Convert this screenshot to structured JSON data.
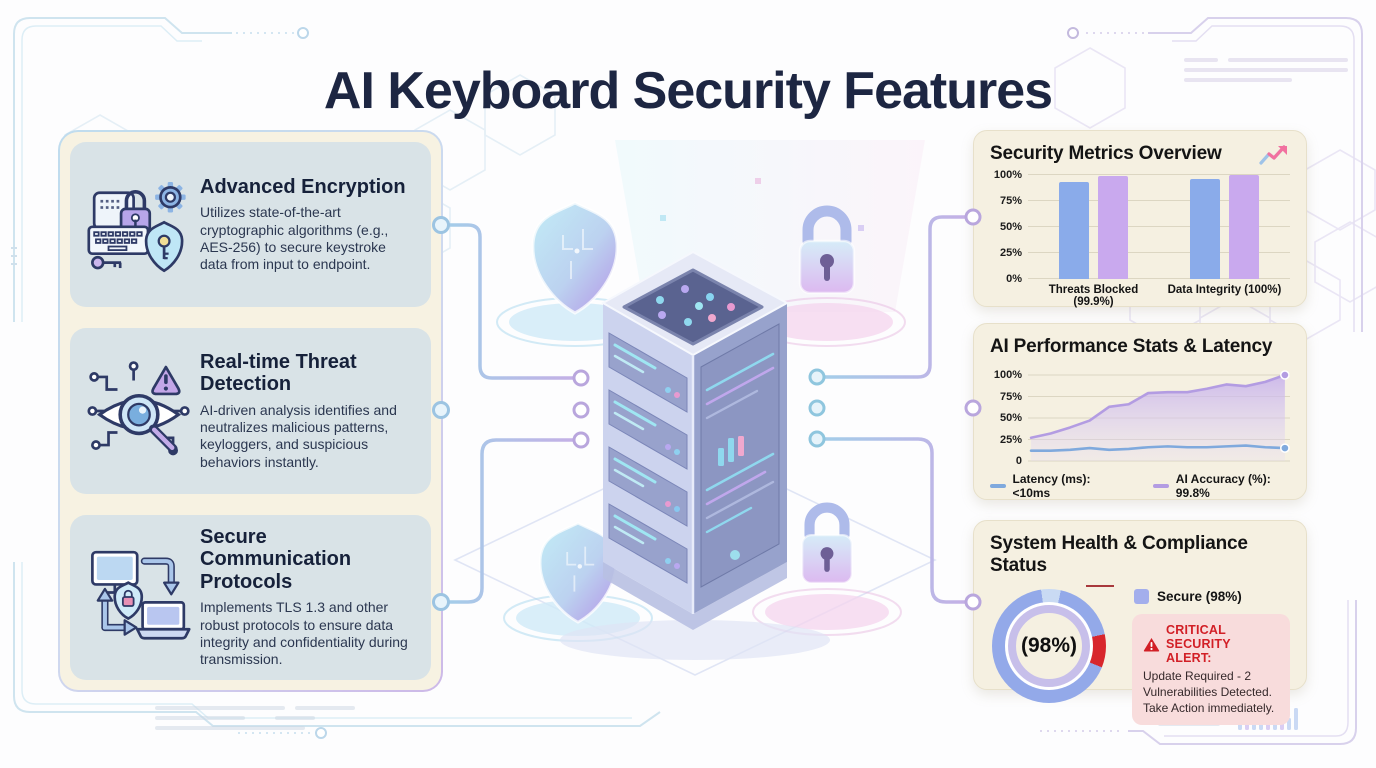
{
  "title": "AI Keyboard Security Features",
  "features": [
    {
      "icon": "keyboard-encryption-icon",
      "title": "Advanced Encryption",
      "description": "Utilizes state-of-the-art cryptographic algorithms (e.g., AES-256) to secure keystroke data from input to endpoint."
    },
    {
      "icon": "threat-detection-eye-icon",
      "title": "Real-time Threat Detection",
      "description": "AI-driven analysis identifies and neutralizes malicious patterns, keyloggers, and suspicious behaviors instantly."
    },
    {
      "icon": "secure-transfer-devices-icon",
      "title": "Secure Communication Protocols",
      "description": "Implements TLS 1.3 and other robust protocols to ensure data integrity and confidentiality during transmission."
    }
  ],
  "chart_data": [
    {
      "type": "bar",
      "title": "Security Metrics Overview",
      "categories": [
        "Threats Blocked (99.9%)",
        "Data Integrity (100%)"
      ],
      "series": [
        {
          "name": "metric-blue",
          "color": "#8aabea",
          "values": [
            93,
            96
          ]
        },
        {
          "name": "metric-purple",
          "color": "#c9a9ee",
          "values": [
            99,
            100
          ]
        }
      ],
      "ylim": [
        0,
        100
      ],
      "yticks": [
        {
          "label": "0%",
          "value": 0
        },
        {
          "label": "25%",
          "value": 25
        },
        {
          "label": "50%",
          "value": 50
        },
        {
          "label": "75%",
          "value": 75
        },
        {
          "label": "100%",
          "value": 100
        }
      ],
      "grid": true,
      "icon": "trend-up-icon"
    },
    {
      "type": "line",
      "title": "AI Performance Stats & Latency",
      "x": [
        1,
        2,
        3,
        4,
        5,
        6,
        7,
        8,
        9,
        10,
        11,
        12,
        13,
        14
      ],
      "series": [
        {
          "name": "AI Accuracy (%): 99.8%",
          "color": "#b39ce2",
          "fill": "#cdb9ee",
          "area": true,
          "values": [
            27,
            32,
            39,
            47,
            63,
            66,
            79,
            80,
            80,
            84,
            89,
            87,
            92,
            100
          ]
        },
        {
          "name": "Latency (ms): <10ms",
          "color": "#7fa9dd",
          "fill": "",
          "area": false,
          "values": [
            12,
            12,
            13,
            15,
            13,
            14,
            16,
            17,
            16,
            16,
            17,
            18,
            16,
            15
          ]
        }
      ],
      "ylim": [
        0,
        100
      ],
      "yticks": [
        {
          "label": "0",
          "value": 0
        },
        {
          "label": "25%",
          "value": 25
        },
        {
          "label": "50%",
          "value": 50
        },
        {
          "label": "75%",
          "value": 75
        },
        {
          "label": "100%",
          "value": 100
        }
      ],
      "legend_position": "bottom"
    },
    {
      "type": "pie",
      "donut": true,
      "title": "System Health & Compliance Status",
      "center_label": "(98%)",
      "slices": [
        {
          "label": "Secure",
          "value": 98
        },
        {
          "label": "Vulnerabilities Detected",
          "value": 2
        }
      ],
      "legend": [
        {
          "label": "Secure (98%)",
          "color": "#a3aeec"
        }
      ],
      "donut_visual": {
        "start": -8,
        "segments": [
          {
            "color": "#c9daf3",
            "sweep": 20
          },
          {
            "color": "#93a9e9",
            "sweep": 66
          },
          {
            "color": "#d8262c",
            "sweep": 34
          },
          {
            "color": "#93a9e9",
            "sweep": 240
          }
        ]
      },
      "alert": {
        "title": "CRITICAL SECURITY ALERT:",
        "body": "Update Required - 2 Vulnerabilities Detected. Take Action immediately.",
        "color": "#d21f26"
      }
    }
  ]
}
